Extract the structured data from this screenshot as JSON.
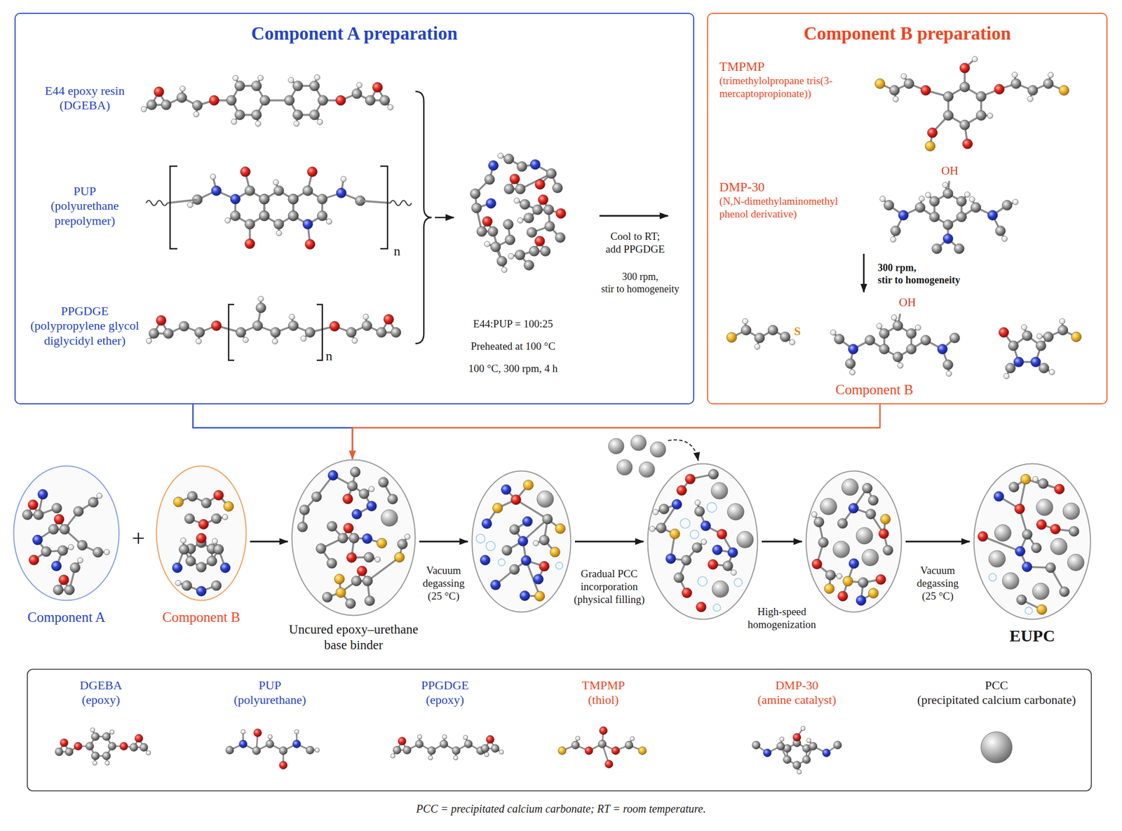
{
  "diagram": {
    "caption": "PCC = precipitated calcium carbonate; RT = room temperature.",
    "nodes": [
      {
        "text": [
          "Component A preparation"
        ]
      },
      {
        "text": [
          "Component B preparation"
        ]
      },
      {
        "text": [
          "Component A"
        ]
      },
      {
        "text": [
          "Component B"
        ]
      },
      {
        "text": [
          "Uncured epoxy–urethane base binder"
        ]
      },
      {
        "text": []
      },
      {
        "text": []
      },
      {
        "text": []
      },
      {
        "text": [
          "EUPC"
        ]
      }
    ],
    "edges": [
      {
        "from": 0,
        "to": 4,
        "arrow": "to"
      },
      {
        "from": 1,
        "to": 4,
        "arrow": "to"
      },
      {
        "from": 3,
        "to": 4,
        "arrow": "to"
      },
      {
        "from": 4,
        "to": 5,
        "arrow": "to",
        "label": "Vacuum degassing (25 °C)"
      },
      {
        "from": 5,
        "to": 6,
        "arrow": "to",
        "label": "Gradual PCC incorporation (physical filling)"
      },
      {
        "from": 6,
        "to": 7,
        "arrow": "to",
        "label": "High-speed homogenization"
      },
      {
        "from": 7,
        "to": 8,
        "arrow": "to",
        "label": "Vacuum degassing (25 °C)"
      }
    ],
    "labels": [
      "E44 epoxy resin (DGEBA)",
      "PUP (polyurethane prepolymer)",
      "PPGDGE (polypropylene glycol diglycidyl ether)",
      "n",
      "n",
      "E44:PUP = 100:25",
      "Preheated at 100 °C",
      "100 °C, 300 rpm, 4 h",
      "Cool to RT; add PPGDGE",
      "300 rpm, stir to homogeneity",
      "TMPMP (trimethylolpropane tris(3-mercaptopropionate))",
      "DMP-30 (N,N-dimethylaminomethyl phenol derivative)",
      "OH",
      "300 rpm, stir to homogeneity",
      "S",
      "OH",
      "Component B",
      "+"
    ],
    "legend": [
      {
        "text": "DGEBA (epoxy)"
      },
      {
        "text": "PUP (polyurethane)"
      },
      {
        "text": "PPGDGE (epoxy)"
      },
      {
        "text": "TMPMP (thiol)"
      },
      {
        "text": "DMP-30 (amine catalyst)"
      },
      {
        "text": "PCC (precipitated calcium carbonate)"
      }
    ]
  }
}
